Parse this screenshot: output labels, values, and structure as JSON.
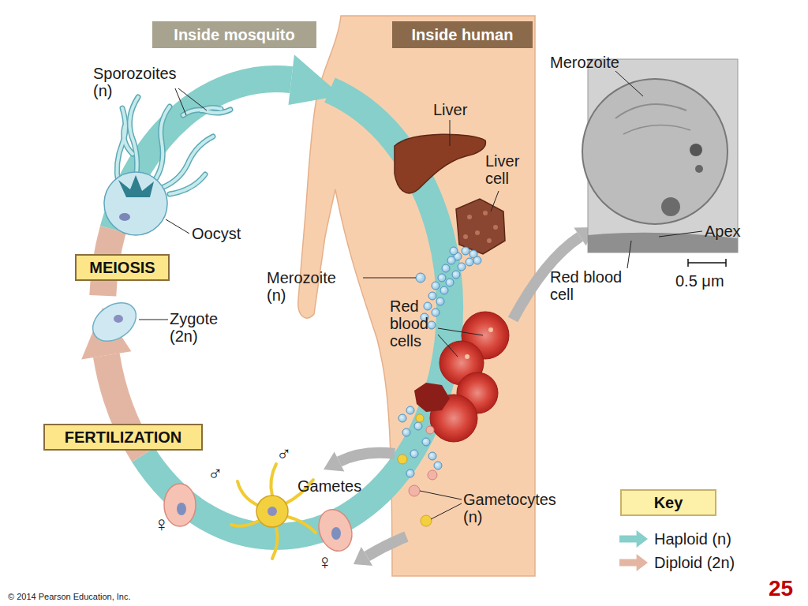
{
  "diagram": {
    "nodes": [
      {
        "text": [
          "Inside mosquito"
        ]
      },
      {
        "text": [
          "Inside human"
        ]
      },
      {
        "text": [
          "MEIOSIS"
        ]
      },
      {
        "text": [
          "FERTILIZATION"
        ]
      },
      {
        "text": [
          "Key"
        ]
      }
    ],
    "labels": [
      "Sporozoites (n)",
      "Oocyst",
      "Zygote (2n)",
      "Liver",
      "Liver cell",
      "Merozoite (n)",
      "Red blood cells",
      "Gametes",
      "Gametocytes (n)",
      "Merozoite",
      "Apex",
      "Red blood cell",
      "0.5 μm",
      "♂",
      "♂",
      "♀",
      "♀",
      "© 2014 Pearson Education, Inc.",
      "25"
    ],
    "legend": [
      {
        "text": "Haploid (n)",
        "color": "#86cfca"
      },
      {
        "text": "Diploid (2n)",
        "color": "#e3b6a4"
      }
    ]
  }
}
